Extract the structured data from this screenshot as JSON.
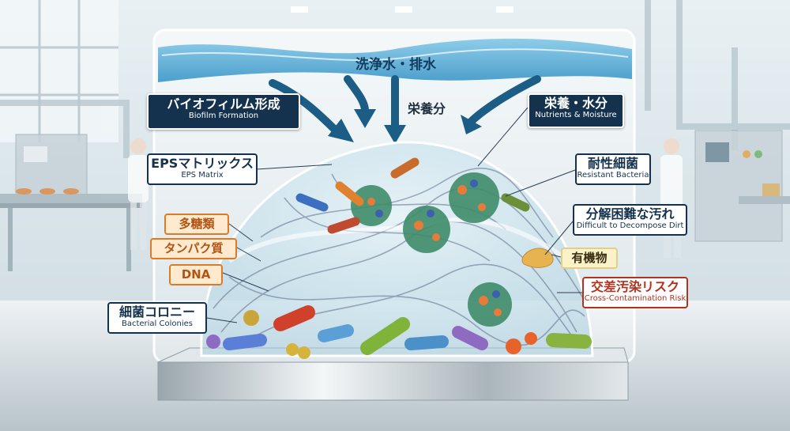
{
  "water": {
    "label": "洗浄水・排水"
  },
  "nutrient_center": {
    "label": "栄養分"
  },
  "labels": {
    "biofilm": {
      "jp": "バイオフィルム形成",
      "en": "Biofilm Formation"
    },
    "eps": {
      "jp": "EPSマトリックス",
      "en": "EPS Matrix"
    },
    "polysaccharide": {
      "jp": "多糖類"
    },
    "protein": {
      "jp": "タンパク質"
    },
    "dna": {
      "jp": "DNA"
    },
    "colonies": {
      "jp": "細菌コロニー",
      "en": "Bacterial Colonies"
    },
    "nutrients": {
      "jp": "栄養・水分",
      "en": "Nutrients & Moisture"
    },
    "resistant": {
      "jp": "耐性細菌",
      "en": "Resistant Bacteria"
    },
    "dirt": {
      "jp": "分解困難な汚れ",
      "en": "Difficult to Decompose Dirt"
    },
    "organic": {
      "jp": "有機物"
    },
    "cross": {
      "jp": "交差汚染リスク",
      "en": "Cross-Contamination Risk"
    }
  },
  "colors": {
    "navy": "#14324e",
    "orange": "#e07a22",
    "red": "#b3321f",
    "water": "#4aa9d6"
  }
}
